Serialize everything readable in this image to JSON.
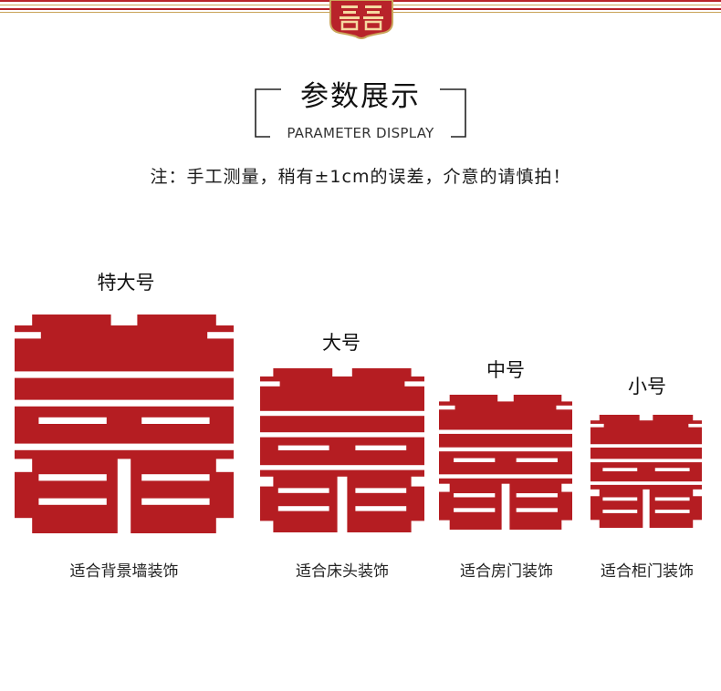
{
  "header": {
    "badge_icon": "double-happiness-badge-icon",
    "title": "参数展示",
    "subtitle": "PARAMETER DISPLAY"
  },
  "note": "注：手工测量，稍有±1cm的误差，介意的请慎拍！",
  "colors": {
    "accent_red": "#b8232a",
    "character_red": "#b51d22",
    "gold": "#c9a45a"
  },
  "sizes": [
    {
      "name": "特大号",
      "usage": "适合背景墙装饰",
      "icon": "double-happiness-icon"
    },
    {
      "name": "大号",
      "usage": "适合床头装饰",
      "icon": "double-happiness-icon"
    },
    {
      "name": "中号",
      "usage": "适合房门装饰",
      "icon": "double-happiness-icon"
    },
    {
      "name": "小号",
      "usage": "适合柜门装饰",
      "icon": "double-happiness-icon"
    }
  ]
}
